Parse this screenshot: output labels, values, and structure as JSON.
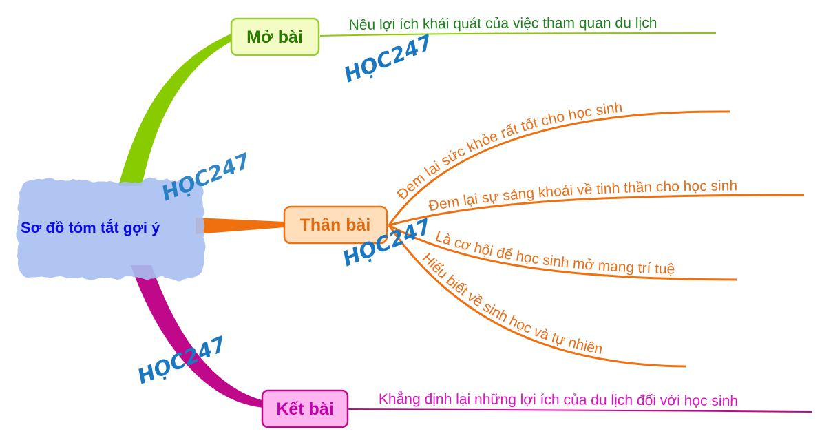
{
  "central_topic": {
    "label": "Sơ đồ tóm tắt gợi ý",
    "color": "#0a0ae6",
    "fill": "#a9bff2"
  },
  "watermark": "HỌC247",
  "branches": [
    {
      "label": "Mở bài",
      "color": "#88cc00",
      "text_color": "#2a7a00",
      "fill": "#f2fcc4",
      "children": [
        {
          "label": "Nêu lợi ích khái quát của việc tham quan du lịch",
          "color": "#1f801f"
        }
      ]
    },
    {
      "label": "Thân bài",
      "color": "#f07010",
      "text_color": "#e06a10",
      "fill": "#ffdfbb",
      "children": [
        {
          "label": "Đem lại sức khỏe rất tốt cho học sinh",
          "color": "#e8701a"
        },
        {
          "label": "Đem lại sự sảng khoái về tinh thần cho học sinh",
          "color": "#e8701a"
        },
        {
          "label": "Là cơ hội để học sinh mở mang trí tuệ",
          "color": "#e8701a"
        },
        {
          "label": "Hiểu biết về sinh học và tự nhiên",
          "color": "#e8701a"
        }
      ]
    },
    {
      "label": "Kết bài",
      "color": "#c0088a",
      "text_color": "#c400a8",
      "fill": "#ffb6f0",
      "children": [
        {
          "label": "Khẳng định lại những lợi ích của du lịch đối với học sinh",
          "color": "#e010c8"
        }
      ]
    }
  ]
}
